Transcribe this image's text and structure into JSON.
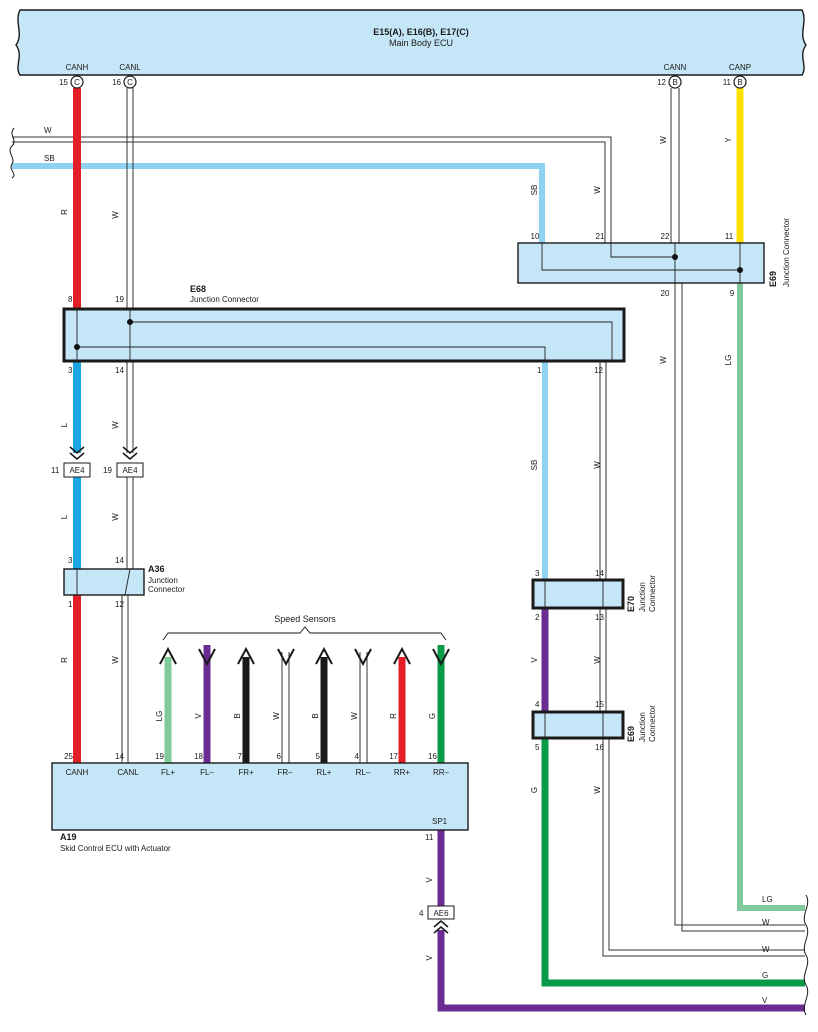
{
  "main_ecu": {
    "title": "E15(A), E16(B), E17(C)",
    "subtitle": "Main Body ECU",
    "pins": [
      {
        "num": "15",
        "conn": "C",
        "name": "CANH"
      },
      {
        "num": "16",
        "conn": "C",
        "name": "CANL"
      },
      {
        "num": "12",
        "conn": "B",
        "name": "CANN"
      },
      {
        "num": "11",
        "conn": "B",
        "name": "CANP"
      }
    ]
  },
  "junction_e69_top": {
    "code": "E69",
    "label": "Junction Connector",
    "pins_top": [
      "10",
      "21",
      "22",
      "11"
    ],
    "pins_bottom": [
      "20",
      "9"
    ]
  },
  "junction_e68": {
    "code": "E68",
    "label": "Junction Connector",
    "pins_top": [
      "8",
      "19"
    ],
    "pins_bottom": [
      "3",
      "14",
      "1",
      "12"
    ]
  },
  "inline_ae4": {
    "code": "AE4",
    "pins": [
      "11",
      "19"
    ]
  },
  "junction_a36": {
    "code": "A36",
    "label_line1": "Junction",
    "label_line2": "Connector",
    "pins_top": [
      "3",
      "14"
    ],
    "pins_bottom": [
      "1",
      "12"
    ]
  },
  "junction_e70": {
    "code": "E70",
    "label_line1": "Junction",
    "label_line2": "Connector",
    "pins_top": [
      "3",
      "14"
    ],
    "pins_bottom": [
      "2",
      "13"
    ]
  },
  "junction_e69_bottom": {
    "code": "E69",
    "label_line1": "Junction",
    "label_line2": "Connector",
    "pins_top": [
      "4",
      "15"
    ],
    "pins_bottom": [
      "5",
      "16"
    ]
  },
  "speed_sensors": {
    "label": "Speed Sensors"
  },
  "skid_ecu": {
    "code": "A19",
    "name": "Skid Control ECU with Actuator",
    "pins": [
      {
        "num": "25",
        "name": "CANH"
      },
      {
        "num": "14",
        "name": "CANL"
      },
      {
        "num": "19",
        "name": "FL+",
        "color": "LG"
      },
      {
        "num": "18",
        "name": "FL–",
        "color": "V"
      },
      {
        "num": "7",
        "name": "FR+",
        "color": "B"
      },
      {
        "num": "6",
        "name": "FR–",
        "color": "W"
      },
      {
        "num": "5",
        "name": "RL+",
        "color": "B"
      },
      {
        "num": "4",
        "name": "RL–",
        "color": "W"
      },
      {
        "num": "17",
        "name": "RR+",
        "color": "R"
      },
      {
        "num": "16",
        "name": "RR–",
        "color": "G"
      }
    ],
    "sp1_name": "SP1",
    "sp1_num": "11"
  },
  "inline_ae6": {
    "code": "AE6",
    "pin": "4"
  },
  "wire_codes": {
    "canh_top": "R",
    "canl_top": "W",
    "canh_mid": "L",
    "canl_mid": "W",
    "canh_mid2": "L",
    "canl_mid2": "W",
    "canh_bot": "R",
    "canl_bot": "W",
    "cann": "W",
    "canp": "Y",
    "sb_drop": "SB",
    "w_drop": "W",
    "e69_20": "W",
    "e69_9": "LG",
    "e68_1": "SB",
    "e68_12": "W",
    "e70_2": "V",
    "e70_13": "W",
    "e69b_5": "G",
    "e69b_16": "W",
    "sp1_upper": "V",
    "sp1_lower": "V"
  },
  "left_wires": [
    "W",
    "SB"
  ],
  "right_wires": [
    "LG",
    "W",
    "W",
    "G",
    "V"
  ],
  "colors": {
    "red": "#e41e26",
    "white": "#ffffff",
    "lightblue": "#8fd3f2",
    "blue": "#1aa6e0",
    "yellow": "#ffe000",
    "lightgreen": "#7fc99a",
    "violet": "#6a2c91",
    "black": "#1a1a1a",
    "green": "#0a9a48",
    "box": "#c5e6f7"
  }
}
